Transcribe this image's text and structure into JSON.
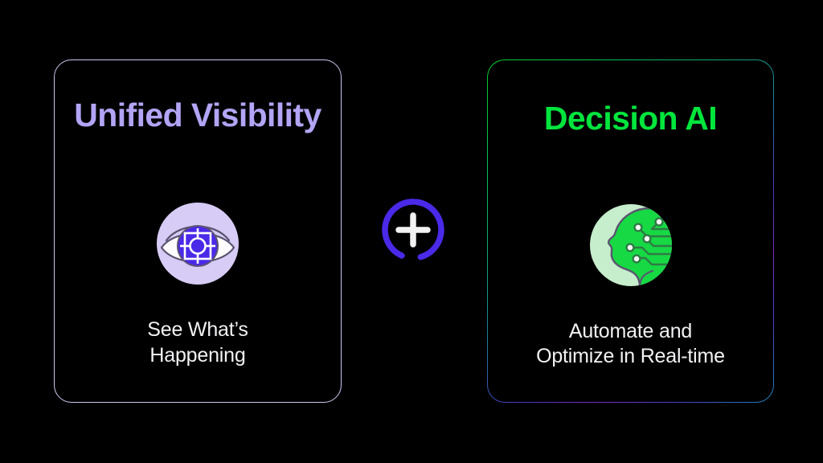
{
  "slide": {
    "background_color": "#000000",
    "connector": {
      "icon": "plus-in-ring-icon",
      "ring_color": "#4b29e8",
      "glyph_color": "#f2f2f2",
      "label": "+"
    },
    "cards": [
      {
        "id": "unified-visibility",
        "title": "Unified Visibility",
        "title_color": "#b3a4f5",
        "border_color": "#cfc6f0",
        "icon": "eye-scan-icon",
        "icon_colors": {
          "circle": "#d6ccf5",
          "eye_white": "#fdfdff",
          "iris": "#4b29e8",
          "outline": "#5b5470",
          "reticle": "#ffffff"
        },
        "caption_lines": [
          "See What’s",
          "Happening"
        ],
        "caption_color": "#f2f2f4"
      },
      {
        "id": "decision-ai",
        "title": "Decision AI",
        "title_color": "#00e53d",
        "border_gradient": [
          "#00c928",
          "#12a877",
          "#4b35c4",
          "#1d86b8"
        ],
        "icon": "ai-head-circuit-icon",
        "icon_colors": {
          "circle": "#c6edcc",
          "head": "#16d944",
          "outline": "#5b5470",
          "node": "#ffffff",
          "trace": "#2f7a45"
        },
        "caption_lines": [
          "Automate and",
          "Optimize in Real-time"
        ],
        "caption_color": "#f2f2f4"
      }
    ]
  }
}
